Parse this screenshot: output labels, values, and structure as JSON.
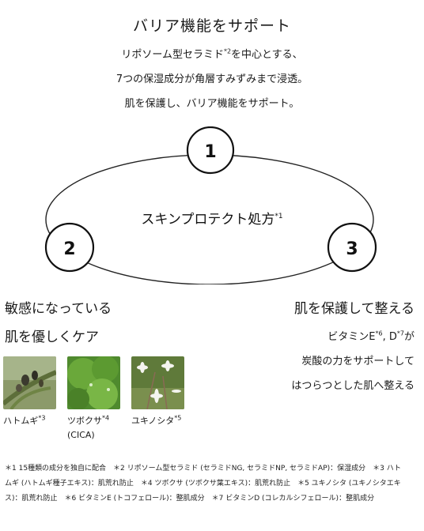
{
  "heading": "バリア機能をサポート",
  "lead": {
    "line1_pre": "リポソーム型セラミド",
    "line1_sup": "*2",
    "line1_post": "を中心とする、",
    "line2": "7つの保湿成分が角層すみずみまで浸透。",
    "line3": "肌を保護し、バリア機能をサポート。"
  },
  "diagram": {
    "center_label": "スキンプロテクト処方",
    "center_sup": "*1",
    "nodes": [
      "1",
      "2",
      "3"
    ]
  },
  "left": {
    "heading_line1": "敏感になっている",
    "heading_line2": "肌を優しくケア",
    "ingredients": [
      {
        "name": "ハトムギ",
        "sup": "*3",
        "sub": "",
        "icon": "hatomugi-photo"
      },
      {
        "name": "ツボクサ",
        "sup": "*4",
        "sub": "(CICA)",
        "icon": "tsubokusa-photo"
      },
      {
        "name": "ユキノシタ",
        "sup": "*5",
        "sub": "",
        "icon": "yukinoshita-photo"
      }
    ]
  },
  "right": {
    "heading": "肌を保護して整える",
    "line1_a": "ビタミンE",
    "line1_sup1": "*6",
    "line1_b": ", D",
    "line1_sup2": "*7",
    "line1_c": "が",
    "line2": "炭酸の力をサポートして",
    "line3": "はつらつとした肌へ整える"
  },
  "footnote": {
    "line1": "＊1 15種類の成分を独自に配合　＊2 リポソーム型セラミド (セラミドNG, セラミドNP, セラミドAP)：保湿成分　＊3 ハト",
    "line2": "ムギ (ハトムギ種子エキス)：肌荒れ防止　＊4 ツボクサ (ツボクサ葉エキス)：肌荒れ防止　＊5 ユキノシタ (ユキノシタエキ",
    "line3": "ス)：肌荒れ防止　＊6 ビタミンE (トコフェロール)：整肌成分　＊7 ビタミンD (コレカルシフェロール)：整肌成分"
  },
  "colors": {
    "text": "#1a1a1a",
    "line": "#222222",
    "background": "#ffffff"
  }
}
